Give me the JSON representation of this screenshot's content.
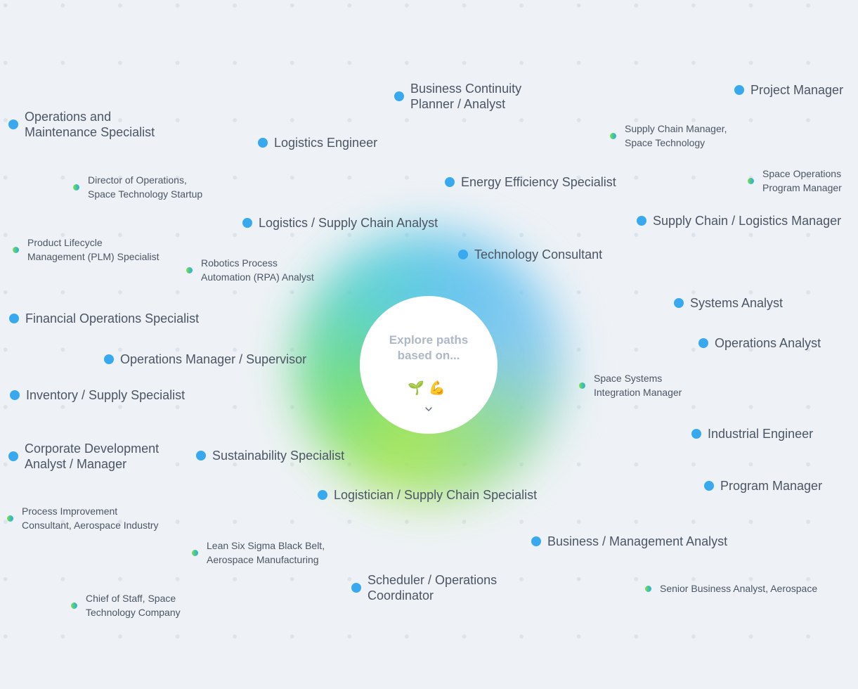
{
  "hub": {
    "title": "Explore paths\nbased on...",
    "emoji_1": "🌱",
    "emoji_2": "💪"
  },
  "colors": {
    "primary_dot": "#38a9ee",
    "secondary_dot_gradient": [
      "#86dd3e",
      "#32a9e6"
    ],
    "label_text": "#4b5563",
    "hub_title": "#aeb8c6",
    "background": "#eef2f6"
  },
  "roles": [
    "Project Manager",
    "Business Continuity\nPlanner / Analyst",
    "Operations and\nMaintenance Specialist",
    "Logistics Engineer",
    "Energy Efficiency Specialist",
    "Logistics / Supply Chain Analyst",
    "Supply Chain / Logistics Manager",
    "Technology Consultant",
    "Systems Analyst",
    "Financial Operations Specialist",
    "Operations Analyst",
    "Operations Manager / Supervisor",
    "Inventory / Supply Specialist",
    "Industrial Engineer",
    "Corporate Development\nAnalyst / Manager",
    "Sustainability Specialist",
    "Program Manager",
    "Logistician / Supply Chain Specialist",
    "Business / Management Analyst",
    "Scheduler / Operations\nCoordinator"
  ],
  "specializations": [
    "Supply Chain Manager,\nSpace Technology",
    "Director of Operations,\nSpace Technology Startup",
    "Space Operations\nProgram Manager",
    "Product Lifecycle\nManagement (PLM) Specialist",
    "Robotics Process\nAutomation (RPA) Analyst",
    "Space Systems\nIntegration Manager",
    "Process Improvement\nConsultant, Aerospace Industry",
    "Lean Six Sigma Black Belt,\nAerospace Manufacturing",
    "Senior Business Analyst, Aerospace",
    "Chief of Staff, Space\nTechnology Company"
  ]
}
